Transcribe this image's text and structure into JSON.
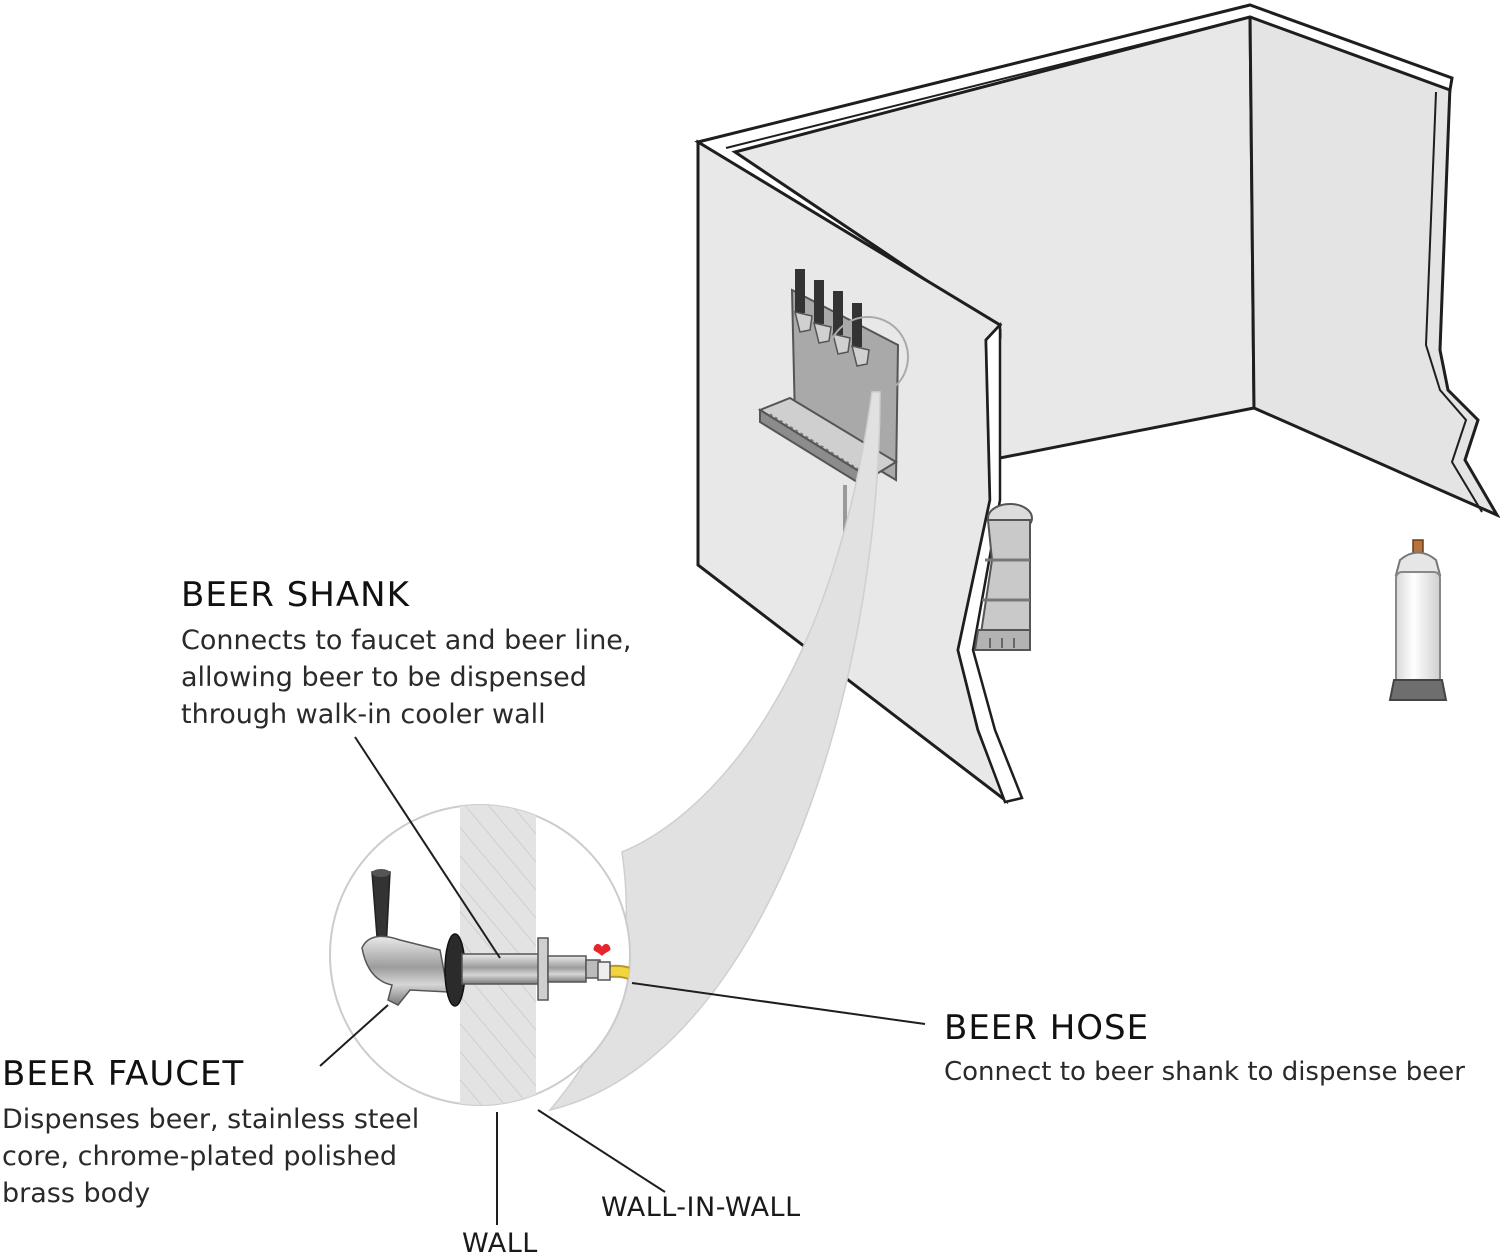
{
  "labels": {
    "beer_shank": {
      "title": "BEER SHANK",
      "description": "Connects to faucet and beer line, allowing beer to be dispensed through walk-in cooler wall"
    },
    "beer_hose": {
      "title": "BEER HOSE",
      "description": "Connect to beer shank to dispense beer"
    },
    "beer_faucet": {
      "title": "BEER FAUCET",
      "description": "Dispenses beer, stainless steel core, chrome-plated polished brass body"
    },
    "wall_in_wall": "WALL-IN-WALL",
    "wall": "WALL"
  },
  "colors": {
    "wall_fill": "#e6e6e6",
    "outline": "#1e1e1e",
    "hose": "#f2d43c",
    "chrome": "#a9a9a9",
    "heart": "#e8242b"
  },
  "icons": [
    "beer-tower-icon",
    "keg-icon",
    "co2-tank-icon",
    "beer-faucet-icon",
    "beer-shank-icon",
    "beer-hose-icon",
    "heart-icon"
  ]
}
